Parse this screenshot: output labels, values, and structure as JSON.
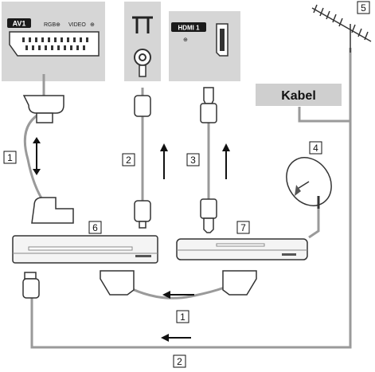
{
  "av_panel": {
    "badge": "AV1",
    "rgb_label": "RGB",
    "video_label": "VIDEO"
  },
  "hdmi_panel": {
    "badge": "HDMI 1"
  },
  "kabel_label": "Kabel",
  "callouts": {
    "scart_cable_top": "1",
    "antenna_cable_vertical": "2",
    "hdmi_cable": "3",
    "satellite_dish": "4",
    "antenna": "5",
    "recorder_left": "6",
    "recorder_right": "7",
    "scart_cable_bottom": "1",
    "antenna_cable_bottom": "2"
  },
  "colors": {
    "panel_bg": "#d6d6d6",
    "cable": "#9a9a9a",
    "badge_bg": "#1a1a1a",
    "device_fill": "#f4f4f4"
  }
}
